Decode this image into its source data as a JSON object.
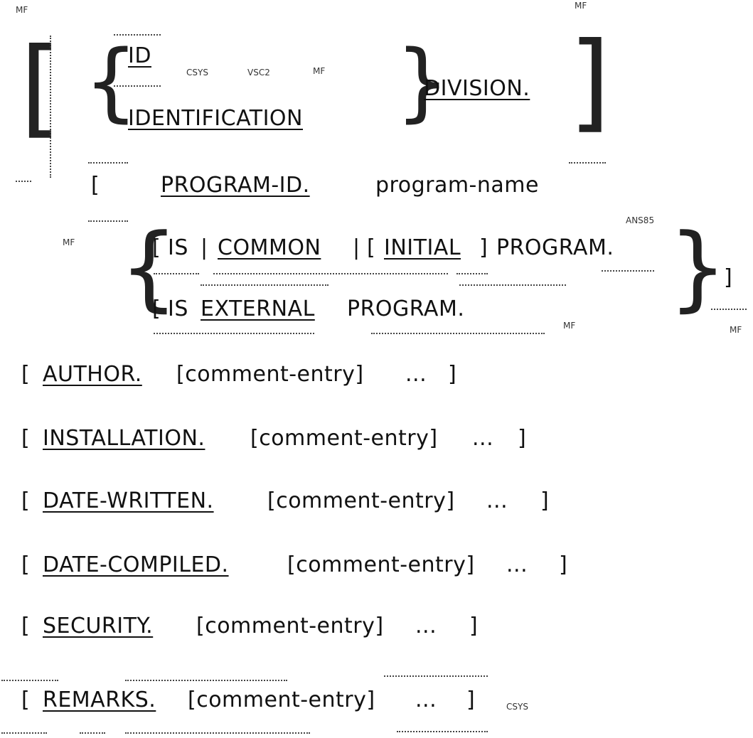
{
  "markers": {
    "mf_top_left": "MF",
    "mf_top_right": "MF",
    "csys_1": "CSYS",
    "vsc2": "VSC2",
    "mf_id": "MF",
    "mf_program_left": "MF",
    "ansi85": "ANS85",
    "mf_external": "MF",
    "mf_right_edge": "MF",
    "csys_2": "CSYS"
  },
  "header": {
    "id": "ID",
    "identification": "IDENTIFICATION",
    "division": "DIVISION."
  },
  "program_id": {
    "keyword": "PROGRAM-ID.",
    "name": "program-name"
  },
  "program_options": {
    "is_1": "IS",
    "common": "COMMON",
    "initial": "INITIAL",
    "program": "PROGRAM.",
    "is_2": "IS",
    "external": "EXTERNAL",
    "program_2": "PROGRAM."
  },
  "paragraphs": [
    {
      "keyword": "AUTHOR.",
      "entry": "[comment-entry]",
      "ellipsis": "..."
    },
    {
      "keyword": "INSTALLATION.",
      "entry": "[comment-entry]",
      "ellipsis": "..."
    },
    {
      "keyword": "DATE-WRITTEN.",
      "entry": "[comment-entry]",
      "ellipsis": "..."
    },
    {
      "keyword": "DATE-COMPILED.",
      "entry": "[comment-entry]",
      "ellipsis": "..."
    },
    {
      "keyword": "SECURITY.",
      "entry": "[comment-entry]",
      "ellipsis": "..."
    },
    {
      "keyword": "REMARKS.",
      "entry": "[comment-entry]",
      "ellipsis": "..."
    }
  ]
}
